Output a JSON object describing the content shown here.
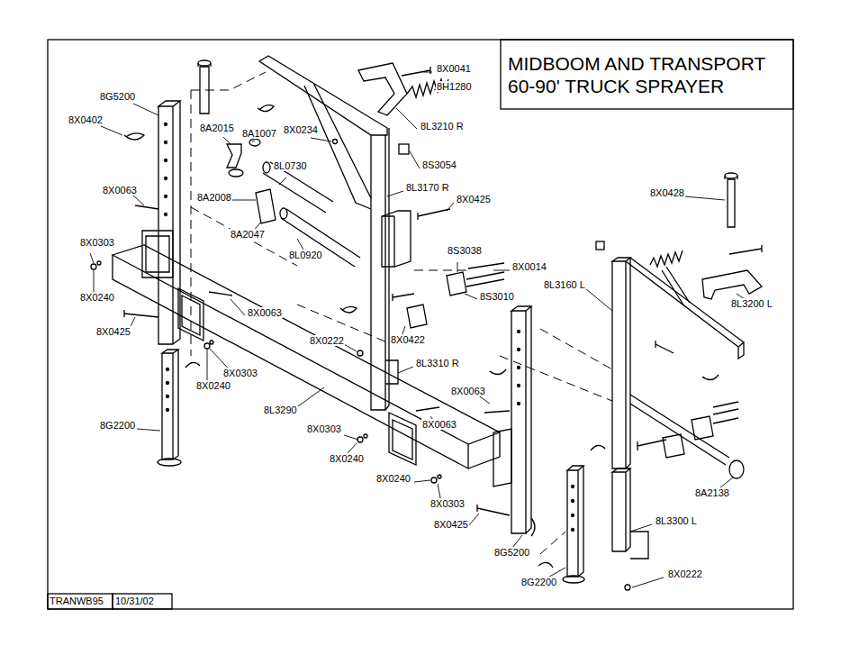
{
  "diagram": {
    "title": "MIDBOOM AND TRANSPORT 60-90' TRUCK SPRAYER",
    "labels": [
      "8X0041",
      "8H1280",
      "8L3210 R",
      "8G5200",
      "8X0402",
      "8A2015",
      "8A1007",
      "8X0234",
      "8S3054",
      "8L0730",
      "8L3170 R",
      "8X0425",
      "8X0428",
      "8X0063",
      "8A2008",
      "8A2047",
      "8L0920",
      "8X0303",
      "8S3038",
      "8X0014",
      "8S3010",
      "8L3160 L",
      "8L3200 L",
      "8X0240",
      "8X0063",
      "8X0425",
      "8X0222",
      "8X0422",
      "8L3310 R",
      "8X0303",
      "8X0240",
      "8X0063",
      "8L3290",
      "8G2200",
      "8X0063",
      "8X0303",
      "8X0240",
      "8X0240",
      "8X0303",
      "8A2138",
      "8X0425",
      "8L3300 L",
      "8G5200",
      "8X0222",
      "8G2200",
      "TRANWB95",
      "10/31/02"
    ]
  }
}
